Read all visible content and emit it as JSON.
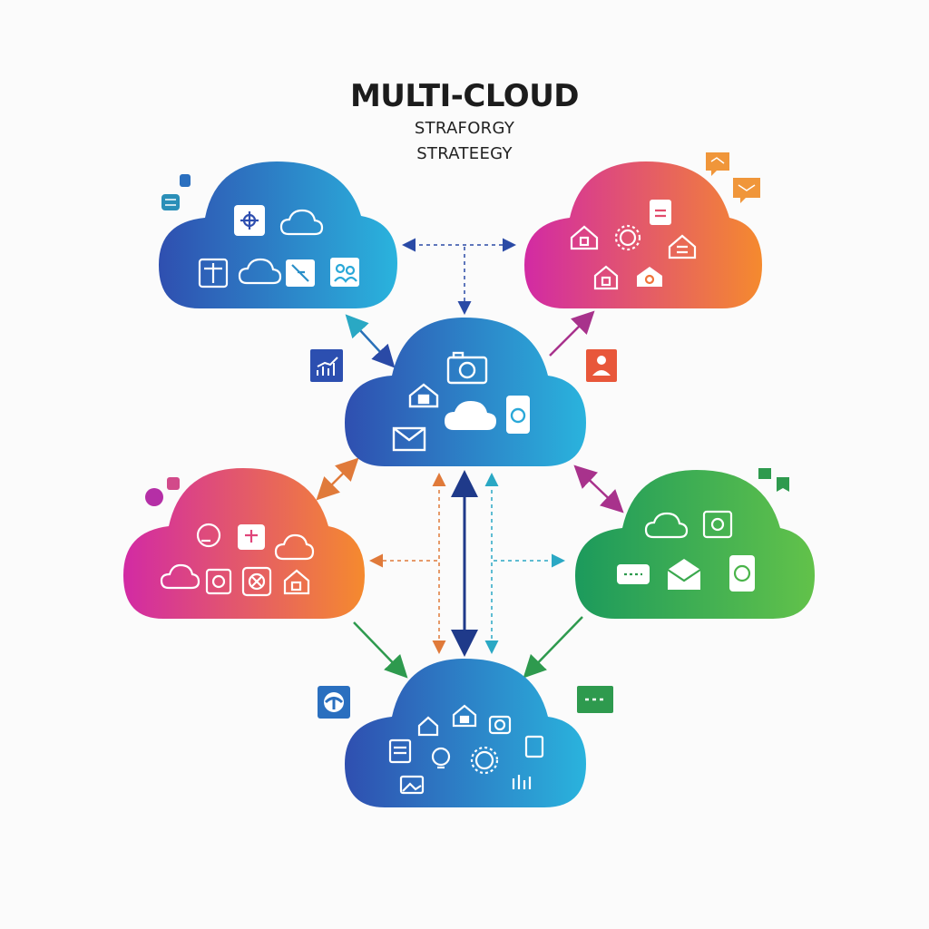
{
  "title": {
    "main": "MULTI-CLOUD",
    "line2": "STRAFORGY",
    "line3": "STRATEEGY"
  },
  "colors": {
    "background": "#fbfbfb",
    "blue_start": "#2f4fb0",
    "blue_end": "#2ab3dd",
    "pink_start": "#d22aa4",
    "pink_end": "#f58a2e",
    "green_start": "#1c9a5c",
    "green_end": "#62c24a",
    "arrow_blue": "#2a4aa6",
    "arrow_purple": "#7a3aa8",
    "arrow_orange": "#e07a3a",
    "arrow_teal": "#2aa8c4",
    "arrow_green": "#2e9a4e",
    "arrow_darkblue": "#1f3a8a"
  },
  "clouds": [
    {
      "id": "cloud-top-left",
      "theme": "blue",
      "icons": [
        "network-icon",
        "cloud-icon",
        "box-icon",
        "cloud-icon",
        "plug-icon",
        "users-icon"
      ]
    },
    {
      "id": "cloud-top-right",
      "theme": "pink",
      "icons": [
        "document-icon",
        "house-icon",
        "gear-icon",
        "building-icon",
        "house-icon",
        "house-icon"
      ]
    },
    {
      "id": "cloud-center",
      "theme": "blue",
      "icons": [
        "camera-icon",
        "house-icon",
        "cloud-icon",
        "mobile-icon",
        "mail-icon"
      ]
    },
    {
      "id": "cloud-mid-left",
      "theme": "pink",
      "icons": [
        "chat-icon",
        "network-icon",
        "cloud-icon",
        "cloud-icon",
        "gear-icon",
        "fan-icon",
        "house-icon"
      ]
    },
    {
      "id": "cloud-mid-right",
      "theme": "green",
      "icons": [
        "cloud-icon",
        "safe-icon",
        "chat-icon",
        "mail-icon",
        "mobile-icon"
      ]
    },
    {
      "id": "cloud-bottom",
      "theme": "blue",
      "icons": [
        "house-icon",
        "house-icon",
        "camera-icon",
        "document-icon",
        "document-icon",
        "lightbulb-icon",
        "gear-icon",
        "image-icon",
        "bars-icon"
      ]
    }
  ],
  "badges": [
    {
      "id": "badge-chart",
      "icon": "bar-chart-icon",
      "color": "#2c4fb0"
    },
    {
      "id": "badge-user",
      "icon": "user-icon",
      "color": "#e8573a"
    },
    {
      "id": "badge-headset",
      "icon": "headset-icon",
      "color": "#2a6fbf"
    },
    {
      "id": "badge-dots",
      "icon": "more-icon",
      "color": "#2e9a4e"
    }
  ]
}
